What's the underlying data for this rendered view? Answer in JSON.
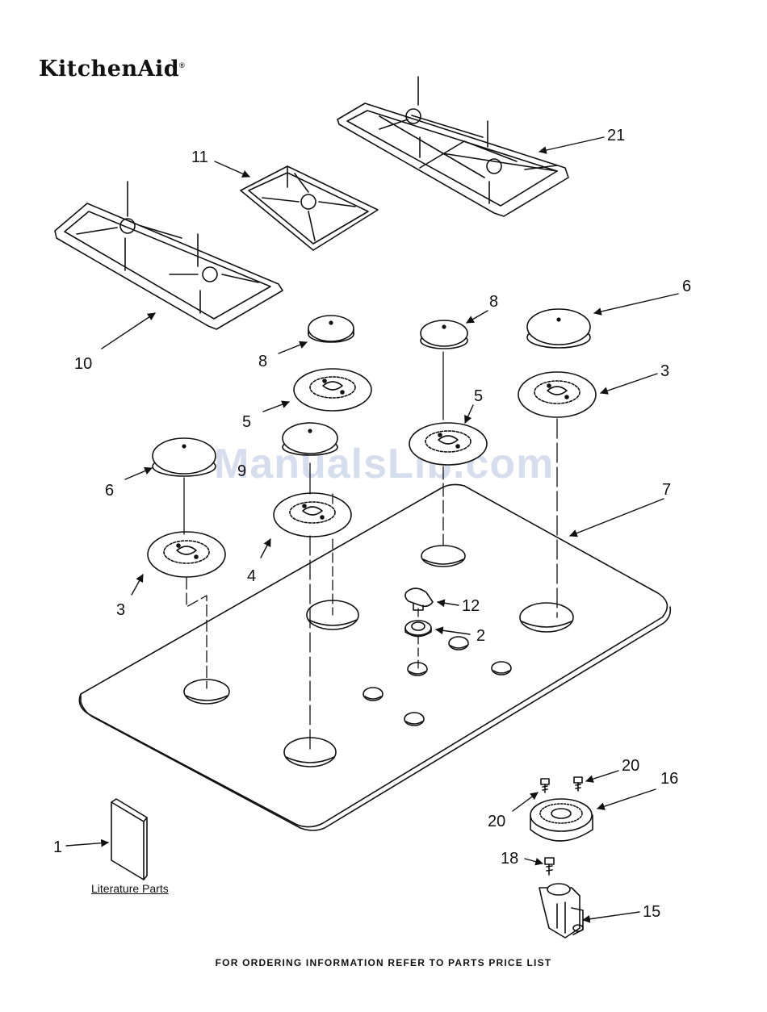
{
  "brand": {
    "name": "KitchenAid",
    "mark": "®"
  },
  "footer": "FOR ORDERING INFORMATION REFER TO PARTS PRICE LIST",
  "literature_label": "Literature Parts",
  "watermark": "ManualsLib.com",
  "callouts": [
    "21",
    "11",
    "10",
    "8",
    "8",
    "6",
    "6",
    "5",
    "5",
    "3",
    "3",
    "9",
    "4",
    "7",
    "12",
    "2",
    "1",
    "20",
    "20",
    "16",
    "18",
    "15"
  ]
}
